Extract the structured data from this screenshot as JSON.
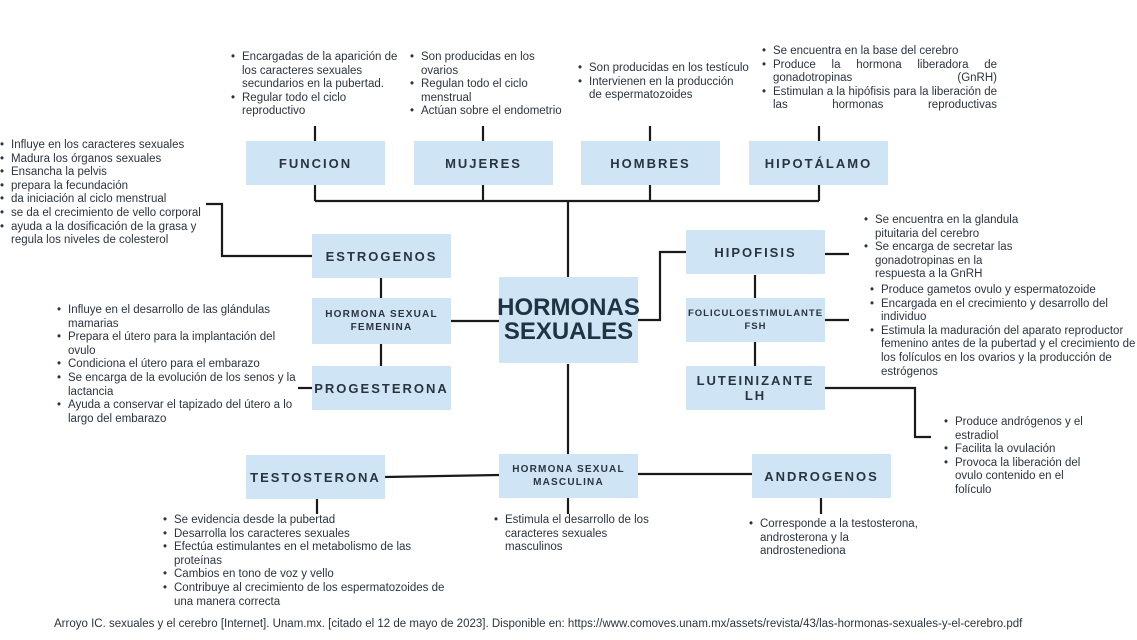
{
  "center": {
    "line1": "HORMONAS",
    "line2": "SEXUALES"
  },
  "boxes": {
    "funcion": "FUNCION",
    "mujeres": "MUJERES",
    "hombres": "HOMBRES",
    "hipotalamo": "HIPOTÁLAMO",
    "estrogenos": "ESTROGENOS",
    "hormona_femenina": "HORMONA SEXUAL FEMENINA",
    "progesterona": "PROGESTERONA",
    "hipofisis": "HIPOFISIS",
    "fsh": "FOLICULOESTIMULANTE FSH",
    "lh": "LUTEINIZANTE LH",
    "testosterona": "TESTOSTERONA",
    "hormona_masculina": "HORMONA SEXUAL MASCULINA",
    "androgenos": "ANDROGENOS"
  },
  "lists": {
    "funcion": [
      "Encargadas de la aparición de los caracteres sexuales secundarios en la pubertad.",
      "Regular todo el ciclo reproductivo"
    ],
    "mujeres": [
      "Son producidas en los ovarios",
      "Regulan todo el ciclo menstrual",
      "Actúan sobre el endometrio"
    ],
    "hombres": [
      "Son producidas en los testículo",
      "Intervienen en la producción de espermatozoides"
    ],
    "hipotalamo": [
      "Se encuentra en la base del cerebro",
      "Produce la hormona liberadora de gonadotropinas (GnRH)",
      "Estimulan a la hipófisis para la liberación de las hormonas reproductivas"
    ],
    "estrogenos": [
      "Influye en los caracteres sexuales",
      "Madura los órganos sexuales",
      "Ensancha la pelvis",
      "prepara la fecundación",
      "da iniciación al ciclo menstrual",
      "se da el crecimiento de vello corporal",
      "ayuda a la dosificación de la grasa y regula los niveles de colesterol"
    ],
    "progesterona": [
      "Influye en el desarrollo de las glándulas mamarias",
      "Prepara el útero para la implantación del ovulo",
      "Condiciona el útero para el embarazo",
      "Se encarga de la evolución de los senos y la lactancia",
      "Ayuda a conservar el tapizado del útero a lo largo del embarazo"
    ],
    "hipofisis": [
      "Se encuentra en la glandula pituitaria del cerebro",
      "Se encarga de secretar las gonadotropinas en la respuesta a la GnRH"
    ],
    "fsh": [
      "Produce gametos ovulo y espermatozoide",
      "Encargada en el crecimiento y desarrollo del individuo",
      "Estimula la maduración del aparato reproductor femenino antes de la pubertad y el crecimiento de los folículos en los ovarios y la producción de estrógenos"
    ],
    "lh": [
      "Produce andrógenos y el estradiol",
      "Facilita la ovulación",
      "Provoca la liberación del ovulo contenido en el folículo"
    ],
    "testosterona": [
      "Se evidencia desde la pubertad",
      "Desarrolla los caracteres sexuales",
      "Efectúa estimulantes en el metabolismo de las proteínas",
      "Cambios en tono de voz y vello",
      "Contribuye al crecimiento de los espermatozoides de una manera correcta"
    ],
    "masculina": [
      "Estimula el desarrollo de los caracteres sexuales masculinos"
    ],
    "androgenos": [
      "Corresponde a la testosterona, androsterona y la androstenediona"
    ]
  },
  "citation": "Arroyo IC. sexuales y el cerebro [Internet]. Unam.mx. [citado el 12 de mayo de 2023]. Disponible en: https://www.comoves.unam.mx/assets/revista/43/las-hormonas-sexuales-y-el-cerebro.pdf",
  "colors": {
    "box_fill": "#cfe5f5",
    "line": "#1a1a1a",
    "text": "#2a3440"
  }
}
